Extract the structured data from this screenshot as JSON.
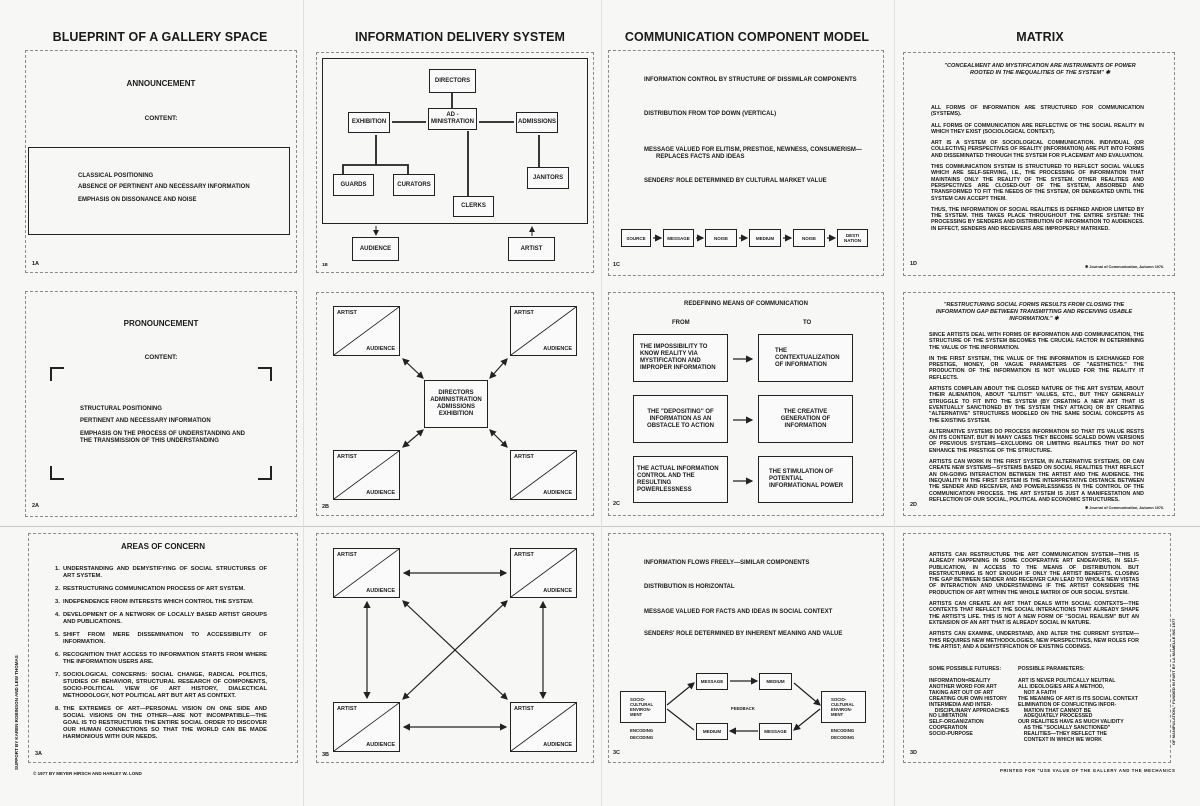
{
  "headings": [
    "BLUEPRINT OF A GALLERY SPACE",
    "INFORMATION DELIVERY SYSTEM",
    "COMMUNICATION COMPONENT MODEL",
    "MATRIX"
  ],
  "p1a": {
    "title": "ANNOUNCEMENT",
    "content": "CONTENT:",
    "lines": [
      "CLASSICAL POSITIONING",
      "ABSENCE OF PERTINENT AND NECESSARY INFORMATION",
      "EMPHASIS ON DISSONANCE AND NOISE"
    ],
    "label": "1A"
  },
  "p2a": {
    "title": "PRONOUNCEMENT",
    "content": "CONTENT:",
    "lines": [
      "STRUCTURAL POSITIONING",
      "PERTINENT AND NECESSARY INFORMATION",
      "EMPHASIS ON THE PROCESS OF UNDERSTANDING AND",
      "THE TRANSMISSION OF THIS UNDERSTANDING"
    ],
    "label": "2A"
  },
  "p3a": {
    "title": "AREAS OF CONCERN",
    "label": "3A",
    "items": [
      {
        "n": "1.",
        "text": "UNDERSTANDING AND DEMYSTIFYING OF SOCIAL STRUCTURES OF ART SYSTEM."
      },
      {
        "n": "2.",
        "text": "RESTRUCTURING COMMUNICATION PROCESS OF ART SYSTEM."
      },
      {
        "n": "3.",
        "text": "INDEPENDENCE FROM INTERESTS WHICH CONTROL THE SYSTEM."
      },
      {
        "n": "4.",
        "text": "DEVELOPMENT OF A NETWORK OF LOCALLY BASED ARTIST GROUPS AND PUBLICATIONS."
      },
      {
        "n": "5.",
        "text": "SHIFT FROM MERE DISSEMINATION TO ACCESSIBILITY OF INFORMATION."
      },
      {
        "n": "6.",
        "text": "RECOGNITION THAT ACCESS TO INFORMATION STARTS FROM WHERE THE INFORMATION USERS ARE."
      },
      {
        "n": "7.",
        "text": "SOCIOLOGICAL CONCERNS: SOCIAL CHANGE, RADICAL POLITICS, STUDIES OF BEHAVIOR, STRUCTURAL RESEARCH OF COMPONENTS, SOCIO-POLITICAL VIEW OF ART HISTORY, DIALECTICAL METHODOLOGY, NOT POLITICAL ART BUT ART AS CONTEXT."
      },
      {
        "n": "8.",
        "text": "THE EXTREMES OF ART—PERSONAL VISION ON ONE SIDE AND SOCIAL VISIONS ON THE OTHER—ARE NOT INCOMPATIBLE—THE GOAL IS TO RESTRUCTURE THE ENTIRE SOCIAL ORDER TO DISCOVER OUR HUMAN CONNECTIONS SO THAT THE WORLD CAN BE MADE HARMONIOUS WITH OUR NEEDS."
      }
    ]
  },
  "p1b": {
    "label": "1B",
    "directors": "DIRECTORS",
    "administration": "AD - MINISTRATION",
    "exhibition": "EXHIBITION",
    "admissions": "ADMISSIONS",
    "guards": "GUARDS",
    "curators": "CURATORS",
    "clerks": "CLERKS",
    "janitors": "JANITORS",
    "audience": "AUDIENCE",
    "artist": "ARTIST"
  },
  "p2b": {
    "label": "2B",
    "artist": "ARTIST",
    "audience": "AUDIENCE",
    "center": [
      "DIRECTORS",
      "ADMINISTRATION",
      "ADMISSIONS",
      "EXHIBITION"
    ]
  },
  "p3b": {
    "label": "3B",
    "artist": "ARTIST",
    "audience": "AUDIENCE"
  },
  "p1c": {
    "label": "1C",
    "lines": [
      "INFORMATION CONTROL BY STRUCTURE OF DISSIMILAR COMPONENTS",
      "DISTRIBUTION FROM TOP DOWN (VERTICAL)",
      "MESSAGE VALUED FOR ELITISM, PRESTIGE, NEWNESS, CONSUMERISM—",
      "REPLACES FACTS AND IDEAS",
      "SENDERS' ROLE DETERMINED BY CULTURAL MARKET VALUE"
    ],
    "flow": [
      "SOURCE",
      "MESSAGE",
      "NOISE",
      "MEDIUM",
      "NOISE",
      "DESTI NATION"
    ]
  },
  "p2c": {
    "label": "2C",
    "title": "REDEFINING MEANS OF COMMUNICATION",
    "from": "FROM",
    "to": "TO",
    "rows": [
      {
        "from": "THE IMPOSSIBILITY TO KNOW REALITY VIA MYSTIFICATION AND IMPROPER INFORMATION",
        "to": "THE CONTEXTUALIZATION OF INFORMATION"
      },
      {
        "from": "THE \"DEPOSITING\" OF INFORMATION AS AN OBSTACLE TO ACTION",
        "to": "THE CREATIVE GENERATION OF INFORMATION"
      },
      {
        "from": "THE ACTUAL INFORMATION CONTROL AND THE RESULTING POWERLESSNESS",
        "to": "THE STIMULATION OF POTENTIAL INFORMATIONAL POWER"
      }
    ]
  },
  "p3c": {
    "label": "3C",
    "lines": [
      "INFORMATION FLOWS FREELY—SIMILAR COMPONENTS",
      "DISTRIBUTION IS HORIZONTAL",
      "MESSAGE VALUED FOR FACTS AND IDEAS IN SOCIAL CONTEXT",
      "SENDERS' ROLE DETERMINED BY INHERENT MEANING AND VALUE"
    ],
    "socio": "SOCIO-CULTURAL ENVIRON-MENT",
    "message": "MESSAGE",
    "medium": "MEDIUM",
    "feedback": "FEEDBACK",
    "encoding": "ENCODING",
    "decoding": "DECODING"
  },
  "p1d": {
    "label": "1D",
    "quote": "\"CONCEALMENT AND MYSTIFICATION ARE INSTRUMENTS OF POWER ROOTED IN THE INEQUALITIES OF THE SYSTEM\" ✱",
    "paragraphs": [
      "ALL FORMS OF INFORMATION ARE STRUCTURED FOR COMMUNICATION (SYSTEMS).",
      "ALL FORMS OF COMMUNICATION ARE REFLECTIVE OF THE SOCIAL REALITY IN WHICH THEY EXIST (SOCIOLOGICAL CONTEXT).",
      "ART IS A SYSTEM OF SOCIOLOGICAL COMMUNICATION. INDIVIDUAL (OR COLLECTIVE) PERSPECTIVES OF REALITY (INFORMATION) ARE PUT INTO FORMS AND DISSEMINATED THROUGH THE SYSTEM FOR PLACEMENT AND EVALUATION.",
      "THIS COMMUNICATION SYSTEM IS STRUCTURED TO REFLECT SOCIAL VALUES WHICH ARE SELF-SERVING, I.E., THE PROCESSING OF INFORMATION THAT MAINTAINS ONLY THE REALITY OF THE SYSTEM. OTHER REALITIES AND PERSPECTIVES ARE CLOSED-OUT OF THE SYSTEM, ABSORBED AND TRANSFORMED TO FIT THE NEEDS OF THE SYSTEM, OR DENEGATED UNTIL THE SYSTEM CAN ACCEPT THEM.",
      "THUS, THE INFORMATION OF SOCIAL REALITIES IS DEFINED AND/OR LIMITED BY THE SYSTEM. THIS TAKES PLACE THROUGHOUT THE ENTIRE SYSTEM: THE PROCESSING BY SENDERS AND DISTRIBUTION OF INFORMATION TO AUDIENCES. IN EFFECT, SENDERS AND RECEIVERS ARE IMPROPERLY MATRIXED."
    ],
    "footnote": "✱ Journal of Communication, Autumn 1976."
  },
  "p2d": {
    "label": "2D",
    "quote": "\"RESTRUCTURING SOCIAL FORMS RESULTS FROM CLOSING THE INFORMATION GAP BETWEEN TRANSMITTING AND RECEIVING USABLE INFORMATION.\" ✱",
    "paragraphs": [
      "SINCE ARTISTS DEAL WITH FORMS OF INFORMATION AND COMMUNICATION, THE STRUCTURE OF THE SYSTEM BECOMES THE CRUCIAL FACTOR IN DETERMINING THE VALUE OF THE INFORMATION.",
      "IN THE FIRST SYSTEM, THE VALUE OF THE INFORMATION IS EXCHANGED FOR PRESTIGE, MONEY, OR VAGUE PARAMETERS OF \"AESTHETICS.\" THE PRODUCTION OF THE INFORMATION IS NOT VALUED FOR THE REALITY IT REFLECTS.",
      "ARTISTS COMPLAIN ABOUT THE CLOSED NATURE OF THE ART SYSTEM, ABOUT THEIR ALIENATION, ABOUT \"ELITIST\" VALUES, ETC., BUT THEY GENERALLY STRUGGLE TO FIT INTO THE SYSTEM (BY CREATING A NEW ART THAT IS EVENTUALLY SANCTIONED BY THE SYSTEM THEY ATTACK) OR BY CREATING \"ALTERNATIVE\" STRUCTURES MODELED ON THE SAME SOCIAL CONCEPTS AS THE EXISTING SYSTEM.",
      "ALTERNATIVE SYSTEMS DO PROCESS INFORMATION SO THAT ITS VALUE RESTS ON ITS CONTENT. BUT IN MANY CASES THEY BECOME SCALED DOWN VERSIONS OF PREVIOUS SYSTEMS—EXCLUDING OR LIMITING REALITIES THAT DO NOT ENHANCE THE PRESTIGE OF THE STRUCTURE.",
      "ARTISTS CAN WORK IN THE FIRST SYSTEM, IN ALTERNATIVE SYSTEMS, OR CAN CREATE NEW SYSTEMS—SYSTEMS BASED ON SOCIAL REALITIES THAT REFLECT AN ON-GOING INTERACTION BETWEEN THE ARTIST AND THE AUDIENCE. THE INEQUALITY IN THE FIRST SYSTEM IS THE INTERPRETATIVE DISTANCE BETWEEN THE SENDER AND RECEIVER, AND POWERLESSNESS IN THE CONTROL OF THE COMMUNICATION PROCESS. THE ART SYSTEM IS JUST A MANIFESTATION AND REFLECTION OF OUR SOCIAL, POLITICAL AND ECONOMIC STRUCTURES."
    ],
    "footnote": "✱ Journal of Communication, Autumn 1976."
  },
  "p3d": {
    "label": "3D",
    "paragraphs": [
      "ARTISTS CAN RESTRUCTURE THE ART COMMUNICATION SYSTEM—THIS IS ALREADY HAPPENING IN SOME COOPERATIVE ART ENDEAVORS, IN SELF-PUBLICATION, IN ACCESS TO THE MEANS OF DISTRIBUTION. BUT RESTRUCTURING IS NOT ENOUGH IF ONLY THE ARTIST BENEFITS. CLOSING THE GAP BETWEEN SENDER AND RECEIVER CAN LEAD TO WHOLE NEW VISTAS OF INTERACTION AND UNDERSTANDING IF THE ARTIST CONSIDERS THE PRODUCTION OF ART WITHIN THE WHOLE MATRIX OF OUR SOCIAL SYSTEM.",
      "ARTISTS CAN CREATE AN ART THAT DEALS WITH SOCIAL CONTEXTS—THE CONTEXTS THAT REFLECT THE SOCIAL INTERACTIONS THAT ALREADY SHAPE THE ARTIST'S LIFE. THIS IS NOT A NEW FORM OF \"SOCIAL REALISM\" BUT AN EXTENSION OF AN ART THAT IS ALREADY SOCIAL IN NATURE.",
      "ARTISTS CAN EXAMINE, UNDERSTAND, AND ALTER THE CURRENT SYSTEM—THIS REQUIRES NEW METHODOLOGIES, NEW PERSPECTIVES, NEW ROLES FOR THE ARTIST; AND A DEMYSTIFICATION OF EXISTING CODINGS."
    ],
    "futures_title": "SOME POSSIBLE FUTURES:",
    "futures": [
      "INFORMATION=REALITY",
      "ANOTHER WORD FOR ART",
      "TAKING ART OUT OF ART",
      "CREATING OUR OWN HISTORY",
      "INTERMEDIA AND INTER-",
      "    DISCIPLINARY APPROACHES",
      "NO LIMITATION",
      "SELF-ORGANIZATION",
      "COOPERATION",
      "SOCIO-PURPOSE"
    ],
    "parameters_title": "POSSIBLE PARAMETERS:",
    "parameters": [
      "ART IS NEVER POLITICALLY NEUTRAL",
      "ALL IDEOLOGIES ARE A METHOD,",
      "    NOT A FAITH",
      "THE MEANING OF ART IS ITS SOCIAL CONTEXT",
      "ELIMINATION OF CONFLICTING INFOR-",
      "    MATION THAT CANNOT BE",
      "    ADEQUATELY PROCESSED",
      "OUR REALITIES HAVE AS MUCH VALIDITY",
      "    AS THE \"SOCIALLY SANCTIONED\"",
      "    REALITIES—THEY REFLECT THE",
      "    CONTEXT IN WHICH WE WORK"
    ]
  },
  "margins": {
    "left_vertical": "SUPPORT BY KAREN ROBINSON AND LEW THOMAS",
    "right_vertical": "OF MANIPULATION,\" FUNDED IN PART BY LA MAMELLE INC 1977",
    "copyright": "© 1977 BY MEYER HIRSCH AND HARLEY W. LOND",
    "printed_for": "PRINTED FOR \"USE VALUE OF THE GALLERY AND THE MECHANICS"
  }
}
